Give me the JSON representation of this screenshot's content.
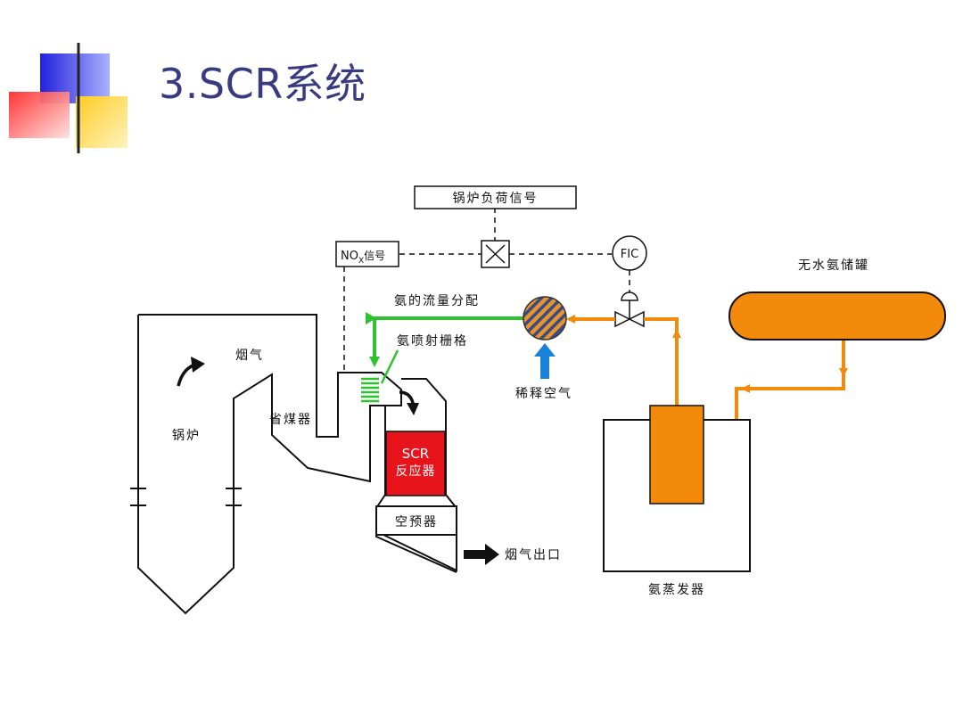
{
  "title": "3.SCR系统",
  "labels": {
    "boiler_load_signal": "锅炉负荷信号",
    "nox_signal_main": "NO",
    "nox_signal_sub": "X",
    "nox_signal_suffix": "信号",
    "fic": "FIC",
    "ammonia_flow_distribution": "氨的流量分配",
    "anhydrous_ammonia_tank": "无水氨储罐",
    "flue_gas": "烟气",
    "ammonia_injection_grid": "氨喷射栅格",
    "boiler": "锅炉",
    "economizer": "省煤器",
    "scr_reactor_line1": "SCR",
    "scr_reactor_line2": "反应器",
    "dilution_air": "稀释空气",
    "air_preheater": "空预器",
    "flue_gas_outlet": "烟气出口",
    "ammonia_evaporator": "氨蒸发器"
  },
  "colors": {
    "title": "#3a3a80",
    "orange": "#f28a0c",
    "green": "#2ec22e",
    "red": "#e8141b",
    "blue": "#1a82d8",
    "hatch": "#3a4a88"
  },
  "icons": {
    "header_decoration": "overlapping-squares",
    "control_valve": "valve-symbol",
    "mixer": "hatched-circle"
  }
}
